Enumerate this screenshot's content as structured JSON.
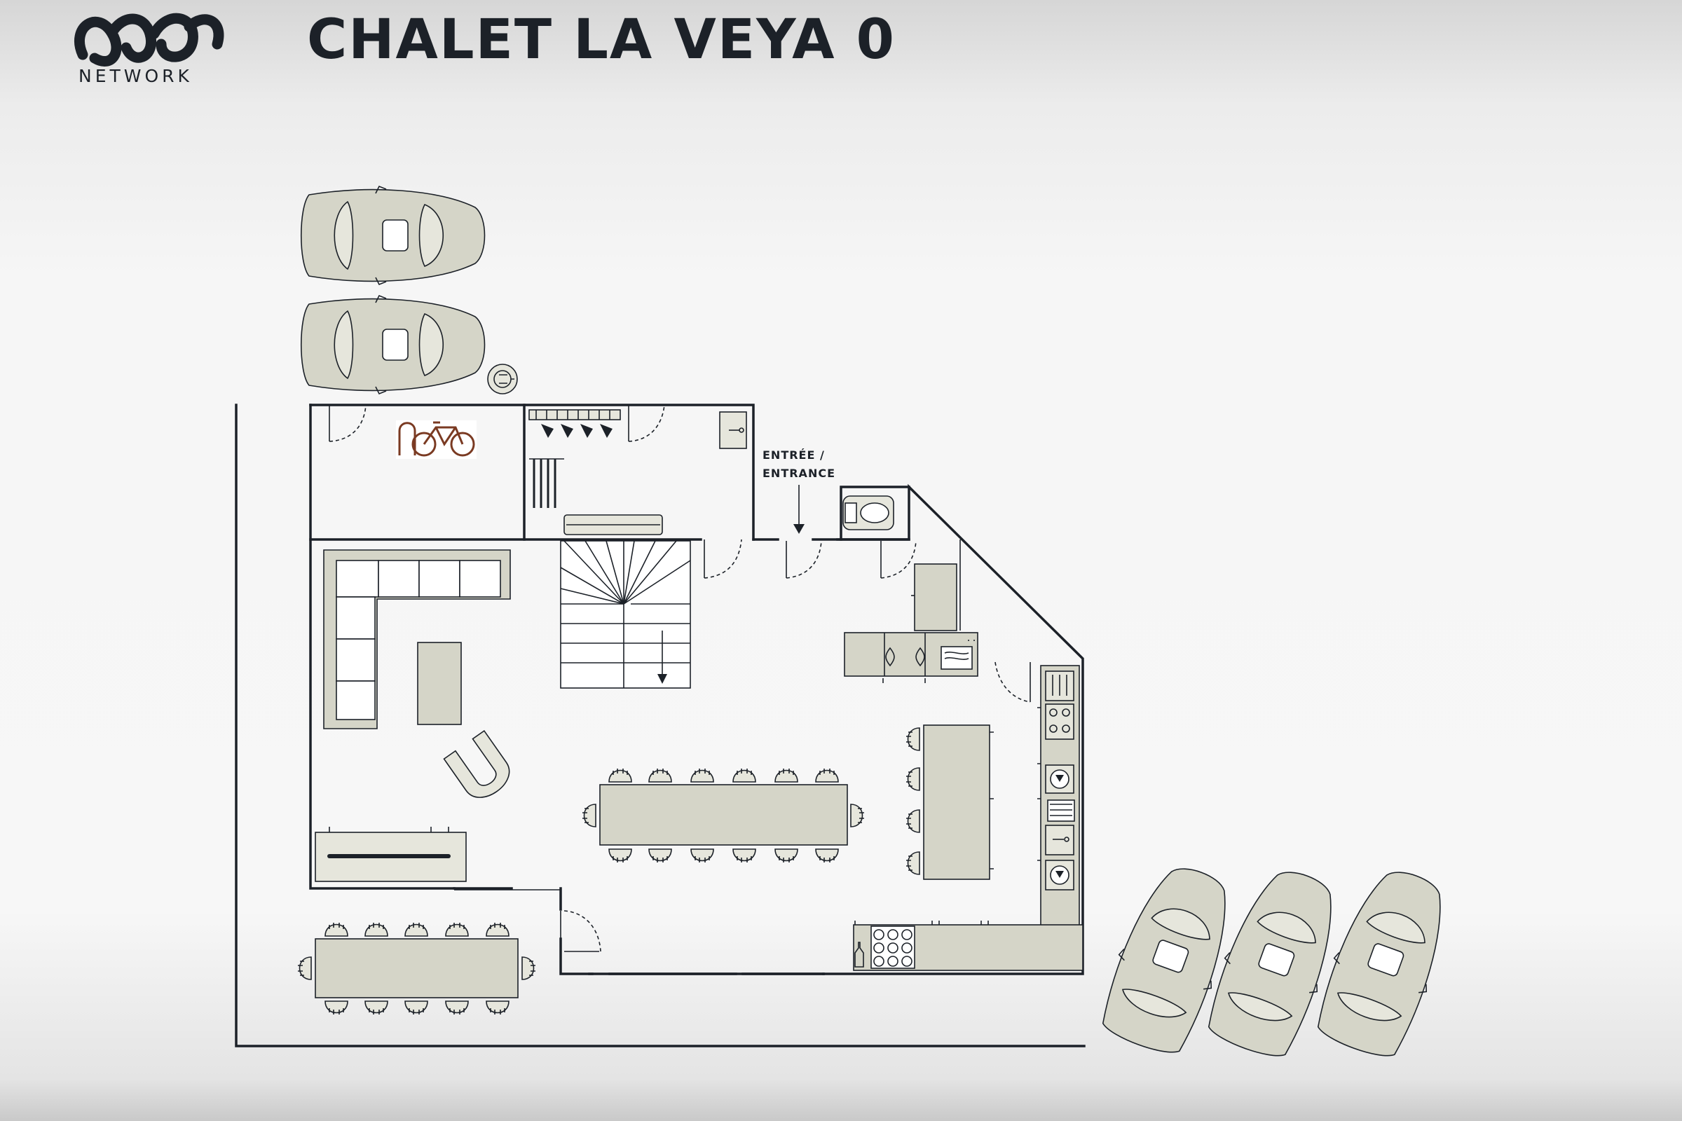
{
  "brand": {
    "logo_text": "NETWORK"
  },
  "title": "CHALET LA VEYA 0",
  "labels": {
    "entrance_line1": "ENTRÉE /",
    "entrance_line2": "ENTRANCE"
  },
  "colors": {
    "ink": "#1c2128",
    "furniture": "#d5d5c8",
    "background": "#f5f5f5"
  }
}
